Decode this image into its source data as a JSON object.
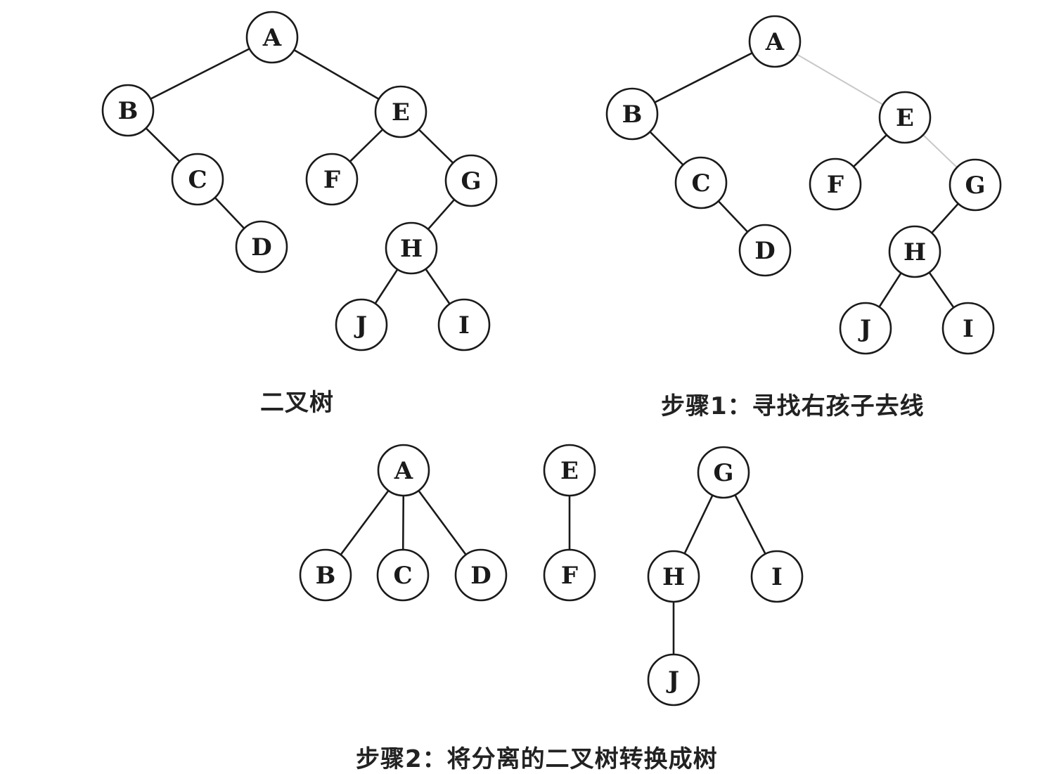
{
  "diagrams": [
    {
      "caption": "二叉树",
      "nodes": [
        "A",
        "B",
        "C",
        "D",
        "E",
        "F",
        "G",
        "H",
        "I",
        "J"
      ],
      "edges": [
        [
          "A",
          "B"
        ],
        [
          "A",
          "E"
        ],
        [
          "B",
          "C"
        ],
        [
          "C",
          "D"
        ],
        [
          "E",
          "F"
        ],
        [
          "E",
          "G"
        ],
        [
          "G",
          "H"
        ],
        [
          "H",
          "J"
        ],
        [
          "H",
          "I"
        ]
      ]
    },
    {
      "caption": "步骤1：寻找右孩子去线",
      "nodes": [
        "A",
        "B",
        "C",
        "D",
        "E",
        "F",
        "G",
        "H",
        "I",
        "J"
      ],
      "edges": [
        [
          "A",
          "B"
        ],
        [
          "B",
          "C"
        ],
        [
          "C",
          "D"
        ],
        [
          "E",
          "F"
        ],
        [
          "G",
          "H"
        ],
        [
          "H",
          "J"
        ],
        [
          "H",
          "I"
        ]
      ],
      "removed_edges": [
        [
          "A",
          "E"
        ],
        [
          "E",
          "G"
        ]
      ]
    },
    {
      "caption": "步骤2：将分离的二叉树转换成树",
      "nodes": [
        "A",
        "B",
        "C",
        "D",
        "E",
        "F",
        "G",
        "H",
        "I",
        "J"
      ],
      "edges": [
        [
          "A",
          "B"
        ],
        [
          "A",
          "C"
        ],
        [
          "A",
          "D"
        ],
        [
          "E",
          "F"
        ],
        [
          "G",
          "H"
        ],
        [
          "G",
          "I"
        ],
        [
          "H",
          "J"
        ]
      ]
    }
  ]
}
